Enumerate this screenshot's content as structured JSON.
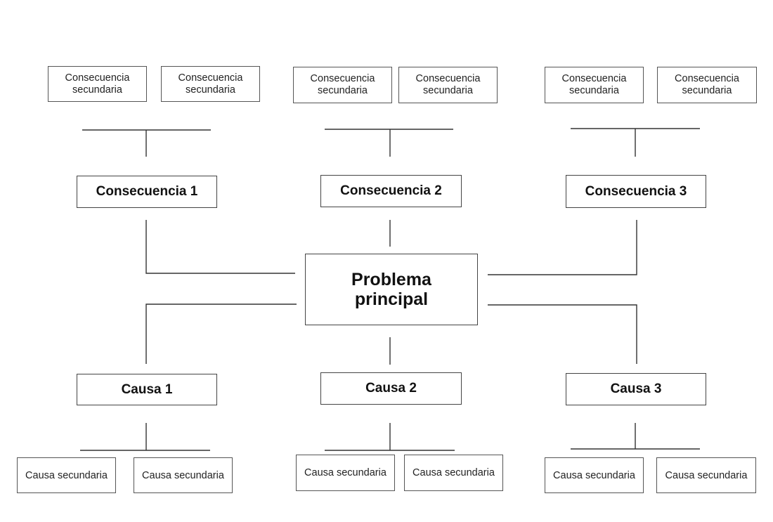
{
  "problem": {
    "label": "Problema\nprincipal"
  },
  "consequences": [
    {
      "label": "Consecuencia 1",
      "subs": [
        "Consecuencia\nsecundaria",
        "Consecuencia\nsecundaria"
      ]
    },
    {
      "label": "Consecuencia 2",
      "subs": [
        "Consecuencia\nsecundaria",
        "Consecuencia\nsecundaria"
      ]
    },
    {
      "label": "Consecuencia 3",
      "subs": [
        "Consecuencia\nsecundaria",
        "Consecuencia\nsecundaria"
      ]
    }
  ],
  "causes": [
    {
      "label": "Causa 1",
      "subs": [
        "Causa secundaria",
        "Causa secundaria"
      ]
    },
    {
      "label": "Causa 2",
      "subs": [
        "Causa secundaria",
        "Causa secundaria"
      ]
    },
    {
      "label": "Causa 3",
      "subs": [
        "Causa secundaria",
        "Causa secundaria"
      ]
    }
  ]
}
